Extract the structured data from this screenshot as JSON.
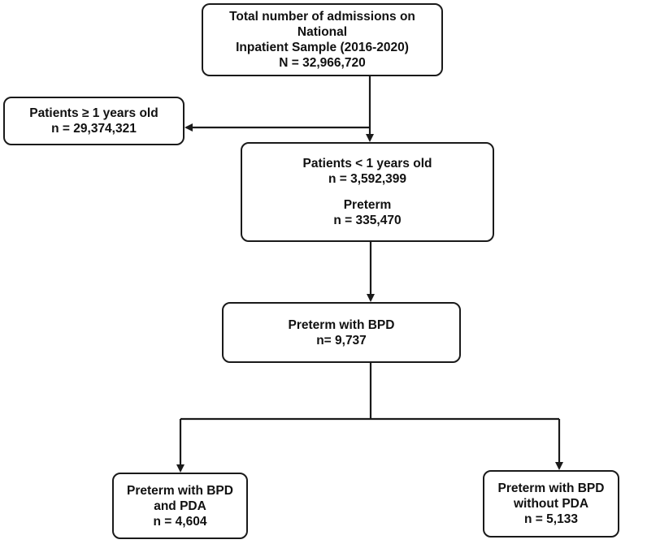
{
  "boxes": {
    "total": {
      "line1": "Total number of admissions on National",
      "line2": "Inpatient Sample (2016-2020)",
      "count": "N = 32,966,720"
    },
    "older": {
      "label": "Patients ≥ 1 years old",
      "count": "n = 29,374,321"
    },
    "younger": {
      "label": "Patients < 1 years old",
      "count": "n = 3,592,399",
      "sub_label": "Preterm",
      "sub_count": "n = 335,470"
    },
    "bpd": {
      "label": "Preterm with BPD",
      "count": "n= 9,737"
    },
    "with_pda": {
      "line1": "Preterm with BPD",
      "line2": "and PDA",
      "count": "n = 4,604"
    },
    "without_pda": {
      "line1": "Preterm with BPD",
      "line2": "without PDA",
      "count": "n = 5,133"
    }
  },
  "colors": {
    "stroke": "#1a1a1a",
    "background": "#ffffff"
  }
}
